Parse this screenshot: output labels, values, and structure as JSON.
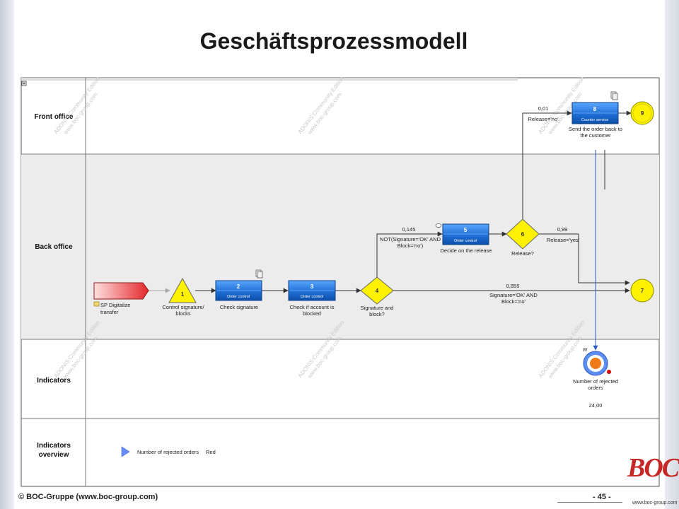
{
  "title": "Geschäftsprozessmodell",
  "lanes": [
    {
      "label": "Front office"
    },
    {
      "label": "Back office"
    },
    {
      "label": "Indicators"
    },
    {
      "label": "Indicators overview"
    }
  ],
  "watermark": {
    "line1": "ADONIS:Community Edition",
    "line2": "www.boc-group.com"
  },
  "nodes": {
    "start": {
      "label": "SP Digitalize transfer"
    },
    "d1": {
      "num": "1",
      "label": "Control signature/ blocks"
    },
    "a2": {
      "num": "2",
      "tag": "Order control",
      "label": "Check signature"
    },
    "a3": {
      "num": "3",
      "tag": "Order control",
      "label": "Check if account is blocked"
    },
    "d4": {
      "num": "4",
      "label": "Signature and block?"
    },
    "a5": {
      "num": "5",
      "tag": "Order control",
      "label": "Decide on the release"
    },
    "d6": {
      "num": "6",
      "label": "Release?"
    },
    "e7": {
      "num": "7"
    },
    "a8": {
      "num": "8",
      "tag": "Counter service",
      "label": "Send the order back to the customer"
    },
    "e9": {
      "num": "9"
    },
    "ind": {
      "flag": "W",
      "label": "Number of rejected orders",
      "value": "24,00"
    }
  },
  "edges": {
    "e145": {
      "prob": "0,145",
      "cond": "NOT(Signature='OK' AND Block='no')"
    },
    "e855": {
      "prob": "0,855",
      "cond": "Signature='OK' AND Block='no'"
    },
    "e001": {
      "prob": "0,01",
      "cond": "Release='no'"
    },
    "e099": {
      "prob": "0,99",
      "cond": "Release='yes'"
    }
  },
  "overview": {
    "name": "Number of rejected orders",
    "status": "Red"
  },
  "colors": {
    "activity": "#2a7fe0",
    "decision": "#fff200",
    "end": "#fff200",
    "start": "#e53935",
    "lane_bg": "#ececec",
    "indicator_red": "#d50000"
  },
  "footer": {
    "copyright": "© BOC-Gruppe  (www.boc-group.com)",
    "page": "- 45 -"
  },
  "logo": {
    "text": "BOC",
    "url": "www.boc-group.com"
  }
}
